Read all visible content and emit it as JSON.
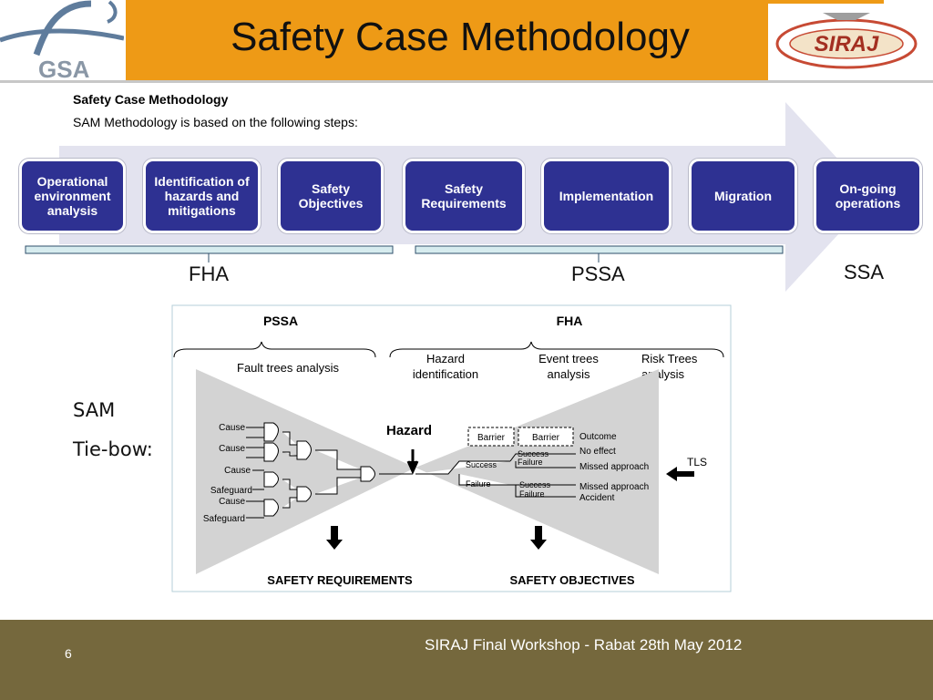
{
  "header": {
    "title": "Safety Case Methodology",
    "left_logo_text": "GSA",
    "right_logo_text": "SIRAJ",
    "band_color": "#ee9a16"
  },
  "content": {
    "subheading": "Safety Case Methodology",
    "intro": "SAM Methodology is based on the following steps:"
  },
  "process": {
    "arrow_color": "#e3e3ef",
    "box_color": "#2e3192",
    "steps": [
      {
        "label": "Operational environment analysis"
      },
      {
        "label": "Identification of hazards and mitigations"
      },
      {
        "label": "Safety Objectives"
      },
      {
        "label": "Safety Requirements"
      },
      {
        "label": "Implementation"
      },
      {
        "label": "Migration"
      },
      {
        "label": "On-going operations"
      }
    ],
    "phases": [
      "FHA",
      "PSSA",
      "SSA"
    ]
  },
  "side_labels": {
    "sam": "SAM",
    "tie_bow": "Tie-bow:"
  },
  "bowtie": {
    "left_header": "PSSA",
    "right_header": "FHA",
    "fault_trees": "Fault trees analysis",
    "hazard_identification": [
      "Hazard",
      "identification"
    ],
    "event_trees": [
      "Event trees",
      "analysis"
    ],
    "risk_trees": [
      "Risk Trees",
      "analysis"
    ],
    "hazard": "Hazard",
    "causes": [
      "Cause",
      "Cause",
      "Cause",
      "Safeguard",
      "Cause",
      "Safeguard"
    ],
    "barriers": [
      "Barrier",
      "Barrier"
    ],
    "outcome_header": "Outcome",
    "tree_labels": [
      "Success",
      "Failure",
      "Success",
      "Failure",
      "Success",
      "Failure"
    ],
    "outcomes": [
      "No effect",
      "Missed approach",
      "Missed approach",
      "Accident"
    ],
    "tls": "TLS",
    "safety_requirements": "SAFETY REQUIREMENTS",
    "safety_objectives": "SAFETY OBJECTIVES"
  },
  "footer": {
    "text": "SIRAJ  Final Workshop -  Rabat 28th May 2012",
    "page": "6",
    "color": "#75683d"
  }
}
